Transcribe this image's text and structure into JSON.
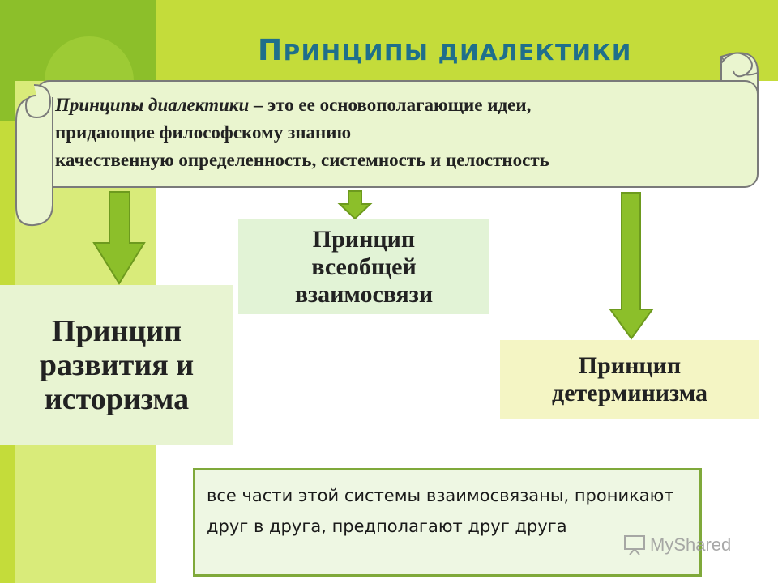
{
  "title": {
    "first_letter": "П",
    "rest": "ринципы диалектики"
  },
  "definition": {
    "term": "Принципы диалектики",
    "dash": " – ",
    "line1_rest": "это ее основополагающие идеи,",
    "line2": "придающие философскому знанию",
    "line3": "качественную определенность, системность и целостность"
  },
  "principles": {
    "interconnect": "Принцип всеобщей взаимосвязи",
    "development": "Принцип развития и историзма",
    "determinism": "Принцип детерминизма"
  },
  "note": "все части этой системы взаимосвязаны, проникают друг в друга, предполагают друг друга",
  "watermark": {
    "text": "MyShared",
    "icon": "presentation-board-icon"
  },
  "colors": {
    "title": "#1f6f8b",
    "arrow": "#8cbf2a",
    "accent_dark": "#8cbf2a",
    "accent_lime": "#c4dc3a"
  }
}
